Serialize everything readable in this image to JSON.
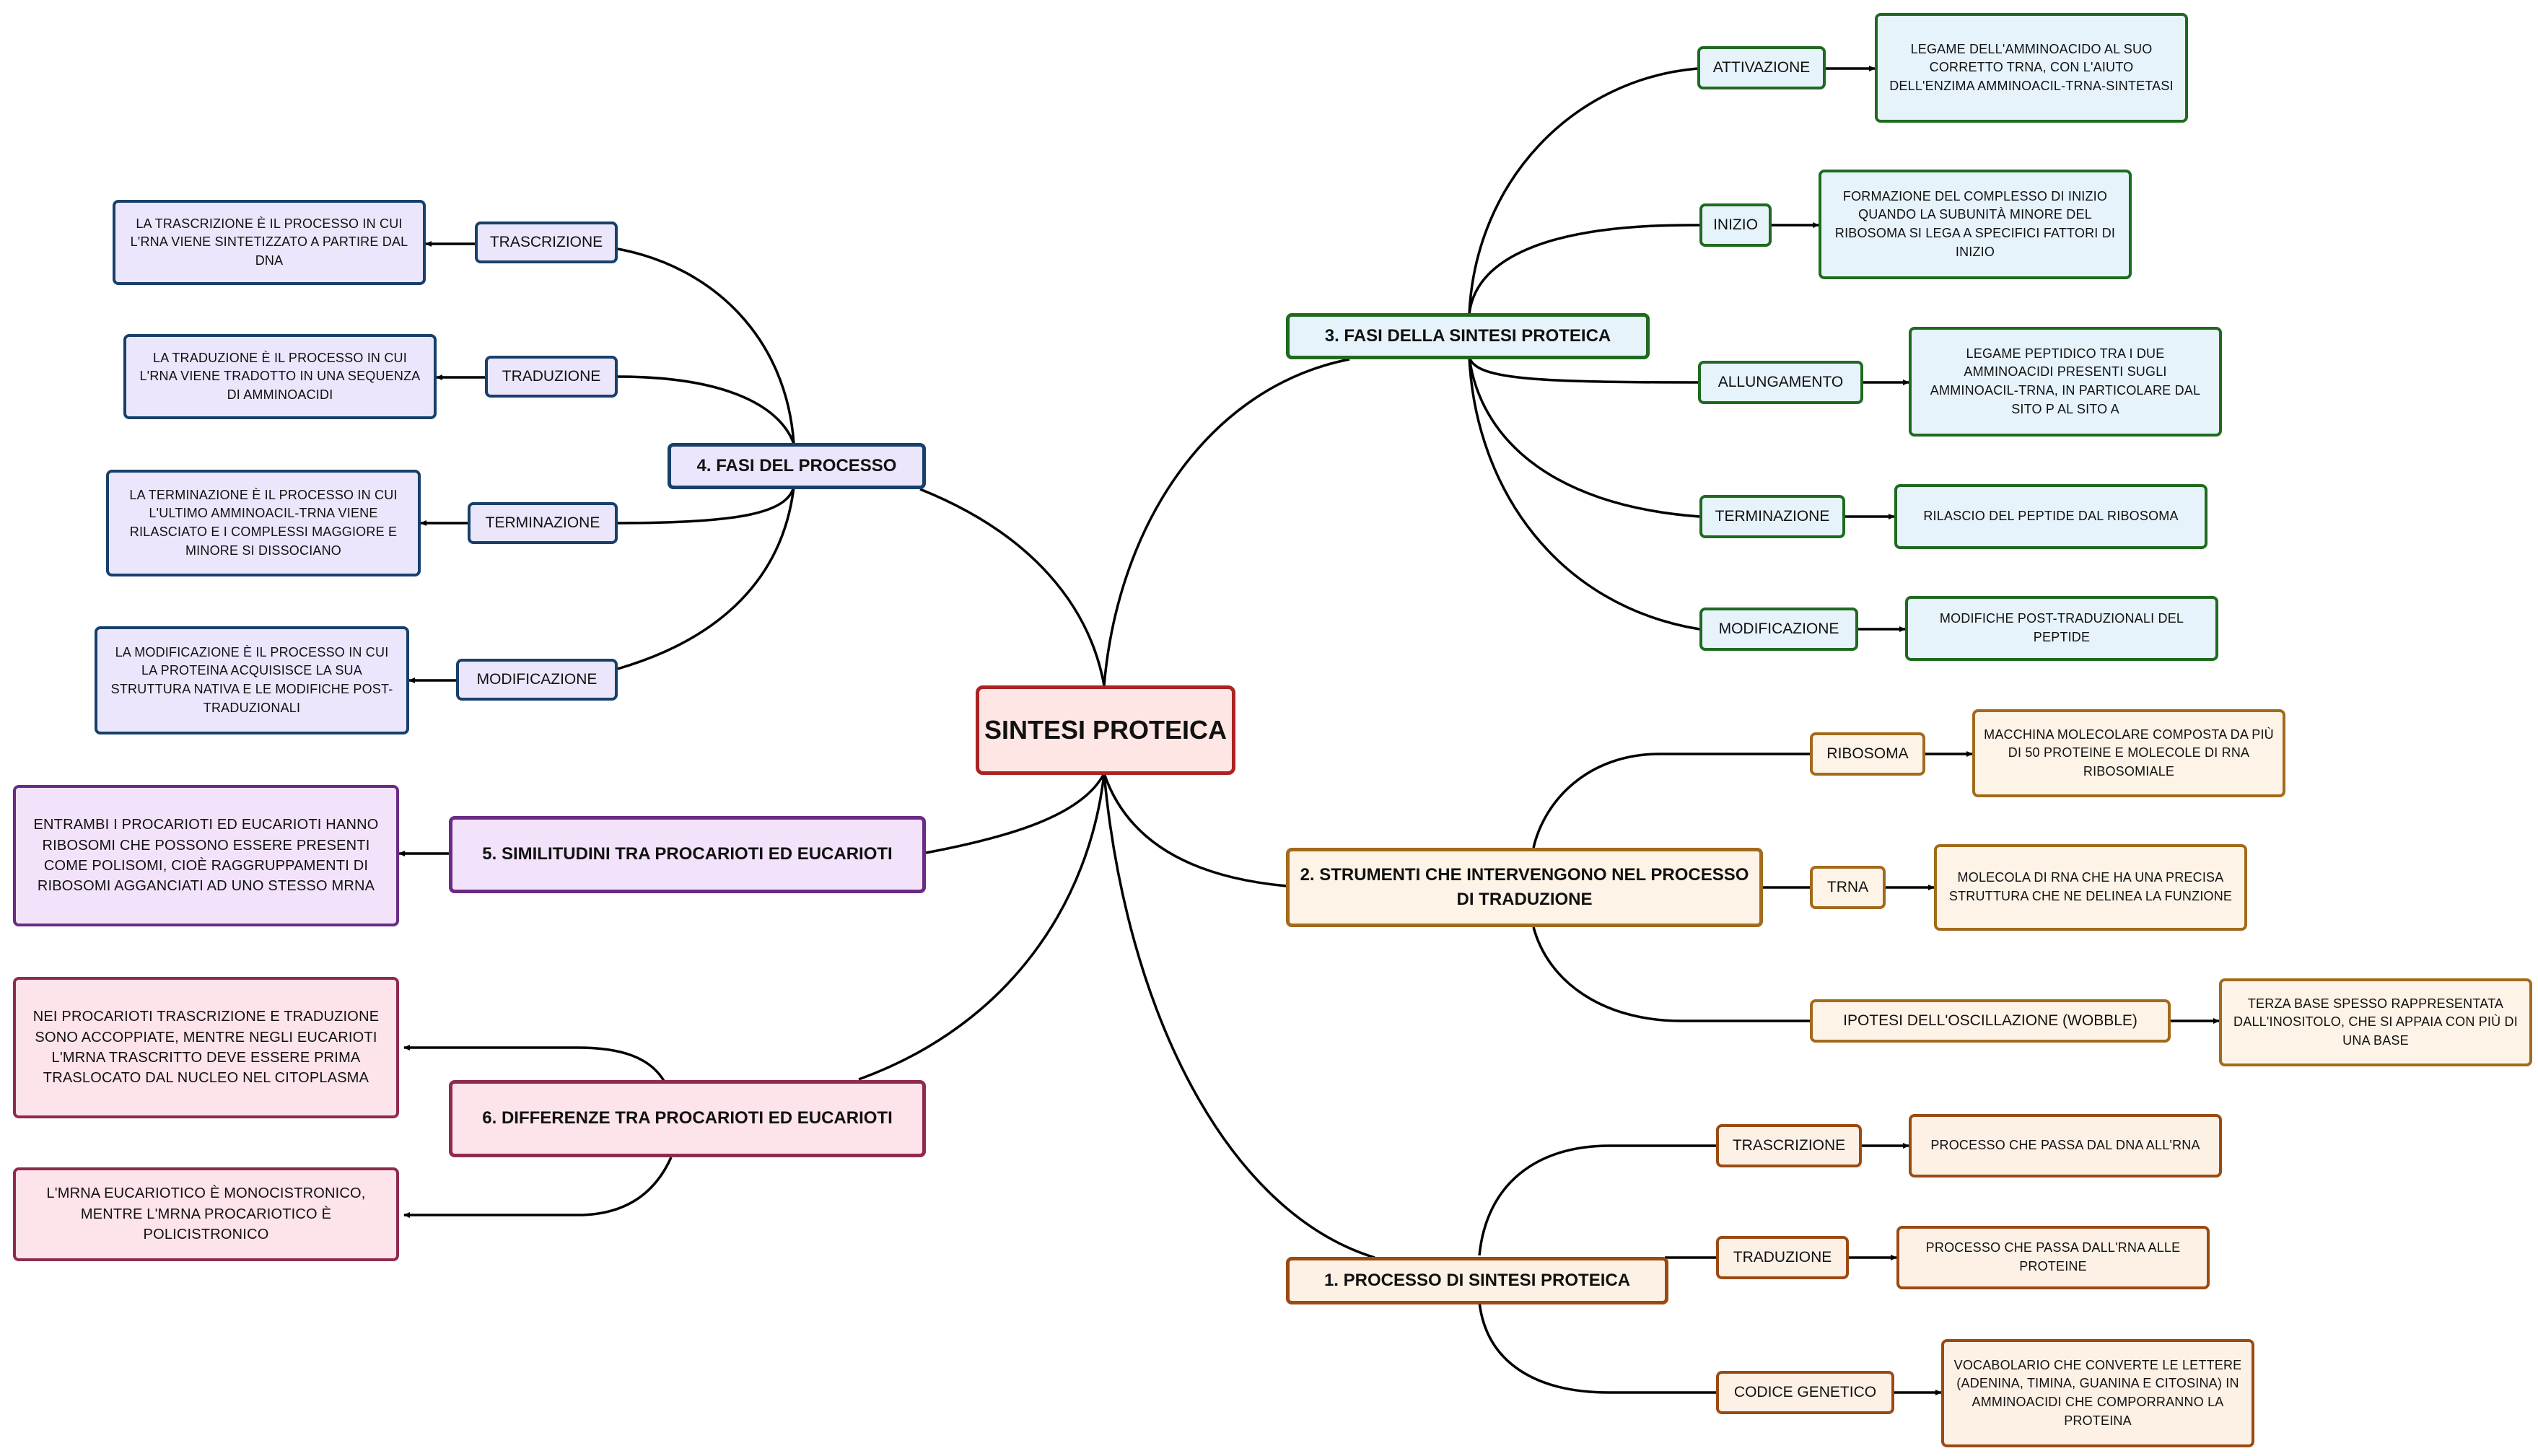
{
  "title": "SINTESI PROTEICA",
  "colors": {
    "blue_border": "#17406b",
    "blue_fill": "#ebe6fb",
    "green_border": "#1f6a1f",
    "green_fill": "#e6f3fb",
    "orange_border": "#a26a1c",
    "orange_fill": "#fdf3e6",
    "rust_border": "#9b4a14",
    "rust_fill": "#fdf1e6",
    "purple_border": "#6a2a85",
    "purple_fill": "#f2e3fb",
    "pink_border": "#8f2a4f",
    "pink_fill": "#fde3ea",
    "center_border": "#ab2323",
    "center_fill": "#fde6e4",
    "line": "#000000"
  },
  "branch_fasi_processo": {
    "title": "4. FASI DEL PROCESSO",
    "items": [
      {
        "label": "TRASCRIZIONE",
        "detail": "LA TRASCRIZIONE È IL PROCESSO IN CUI L'RNA VIENE SINTETIZZATO A PARTIRE DAL DNA"
      },
      {
        "label": "TRADUZIONE",
        "detail": "LA TRADUZIONE È IL PROCESSO IN CUI L'RNA VIENE TRADOTTO IN UNA SEQUENZA DI AMMINOACIDI"
      },
      {
        "label": "TERMINAZIONE",
        "detail": "LA TERMINAZIONE È IL PROCESSO IN CUI L'ULTIMO AMMINOACIL-TRNA VIENE RILASCIATO E I COMPLESSI MAGGIORE E MINORE SI DISSOCIANO"
      },
      {
        "label": "MODIFICAZIONE",
        "detail": "LA MODIFICAZIONE È IL PROCESSO IN CUI LA PROTEINA ACQUISISCE LA SUA STRUTTURA NATIVA E LE MODIFICHE POST-TRADUZIONALI"
      }
    ]
  },
  "branch_similitudini": {
    "title": "5. SIMILITUDINI TRA PROCARIOTI ED EUCARIOTI",
    "detail": "ENTRAMBI I PROCARIOTI ED EUCARIOTI HANNO RIBOSOMI CHE POSSONO ESSERE PRESENTI COME POLISOMI, CIOÈ RAGGRUPPAMENTI DI RIBOSOMI AGGANCIATI AD UNO STESSO MRNA"
  },
  "branch_differenze": {
    "title": "6. DIFFERENZE TRA PROCARIOTI ED EUCARIOTI",
    "details": [
      "NEI PROCARIOTI TRASCRIZIONE E TRADUZIONE SONO ACCOPPIATE, MENTRE NEGLI EUCARIOTI L'MRNA TRASCRITTO DEVE ESSERE PRIMA TRASLOCATO DAL NUCLEO NEL CITOPLASMA",
      "L'MRNA EUCARIOTICO È MONOCISTRONICO, MENTRE L'MRNA PROCARIOTICO È POLICISTRONICO"
    ]
  },
  "branch_fasi_sintesi": {
    "title": "3. FASI DELLA SINTESI PROTEICA",
    "items": [
      {
        "label": "ATTIVAZIONE",
        "detail": "LEGAME DELL'AMMINOACIDO AL SUO CORRETTO TRNA, CON L'AIUTO DELL'ENZIMA AMMINOACIL-TRNA-SINTETASI"
      },
      {
        "label": "INIZIO",
        "detail": "FORMAZIONE DEL COMPLESSO DI INIZIO QUANDO LA SUBUNITÀ MINORE DEL RIBOSOMA SI LEGA A SPECIFICI FATTORI DI INIZIO"
      },
      {
        "label": "ALLUNGAMENTO",
        "detail": "LEGAME PEPTIDICO TRA I DUE AMMINOACIDI PRESENTI SUGLI AMMINOACIL-TRNA, IN PARTICOLARE DAL SITO P AL SITO A"
      },
      {
        "label": "TERMINAZIONE",
        "detail": "RILASCIO DEL PEPTIDE DAL RIBOSOMA"
      },
      {
        "label": "MODIFICAZIONE",
        "detail": "MODIFICHE POST-TRADUZIONALI DEL PEPTIDE"
      }
    ]
  },
  "branch_strumenti": {
    "title": "2. STRUMENTI CHE INTERVENGONO NEL PROCESSO DI TRADUZIONE",
    "items": [
      {
        "label": "RIBOSOMA",
        "detail": "MACCHINA MOLECOLARE COMPOSTA DA PIÙ DI 50 PROTEINE E MOLECOLE DI RNA RIBOSOMIALE"
      },
      {
        "label": "TRNA",
        "detail": "MOLECOLA DI RNA CHE HA UNA PRECISA STRUTTURA CHE NE DELINEA LA FUNZIONE"
      },
      {
        "label": "IPOTESI DELL'OSCILLAZIONE (WOBBLE)",
        "detail": "TERZA BASE SPESSO RAPPRESENTATA DALL'INOSITOLO, CHE SI APPAIA CON PIÙ DI UNA BASE"
      }
    ]
  },
  "branch_processo": {
    "title": "1. PROCESSO DI SINTESI PROTEICA",
    "items": [
      {
        "label": "TRASCRIZIONE",
        "detail": "PROCESSO CHE PASSA DAL DNA ALL'RNA"
      },
      {
        "label": "TRADUZIONE",
        "detail": "PROCESSO CHE PASSA DALL'RNA ALLE PROTEINE"
      },
      {
        "label": "CODICE GENETICO",
        "detail": "VOCABOLARIO CHE CONVERTE LE LETTERE (ADENINA, TIMINA, GUANINA E CITOSINA) IN AMMINOACIDI CHE COMPORRANNO LA PROTEINA"
      }
    ]
  }
}
